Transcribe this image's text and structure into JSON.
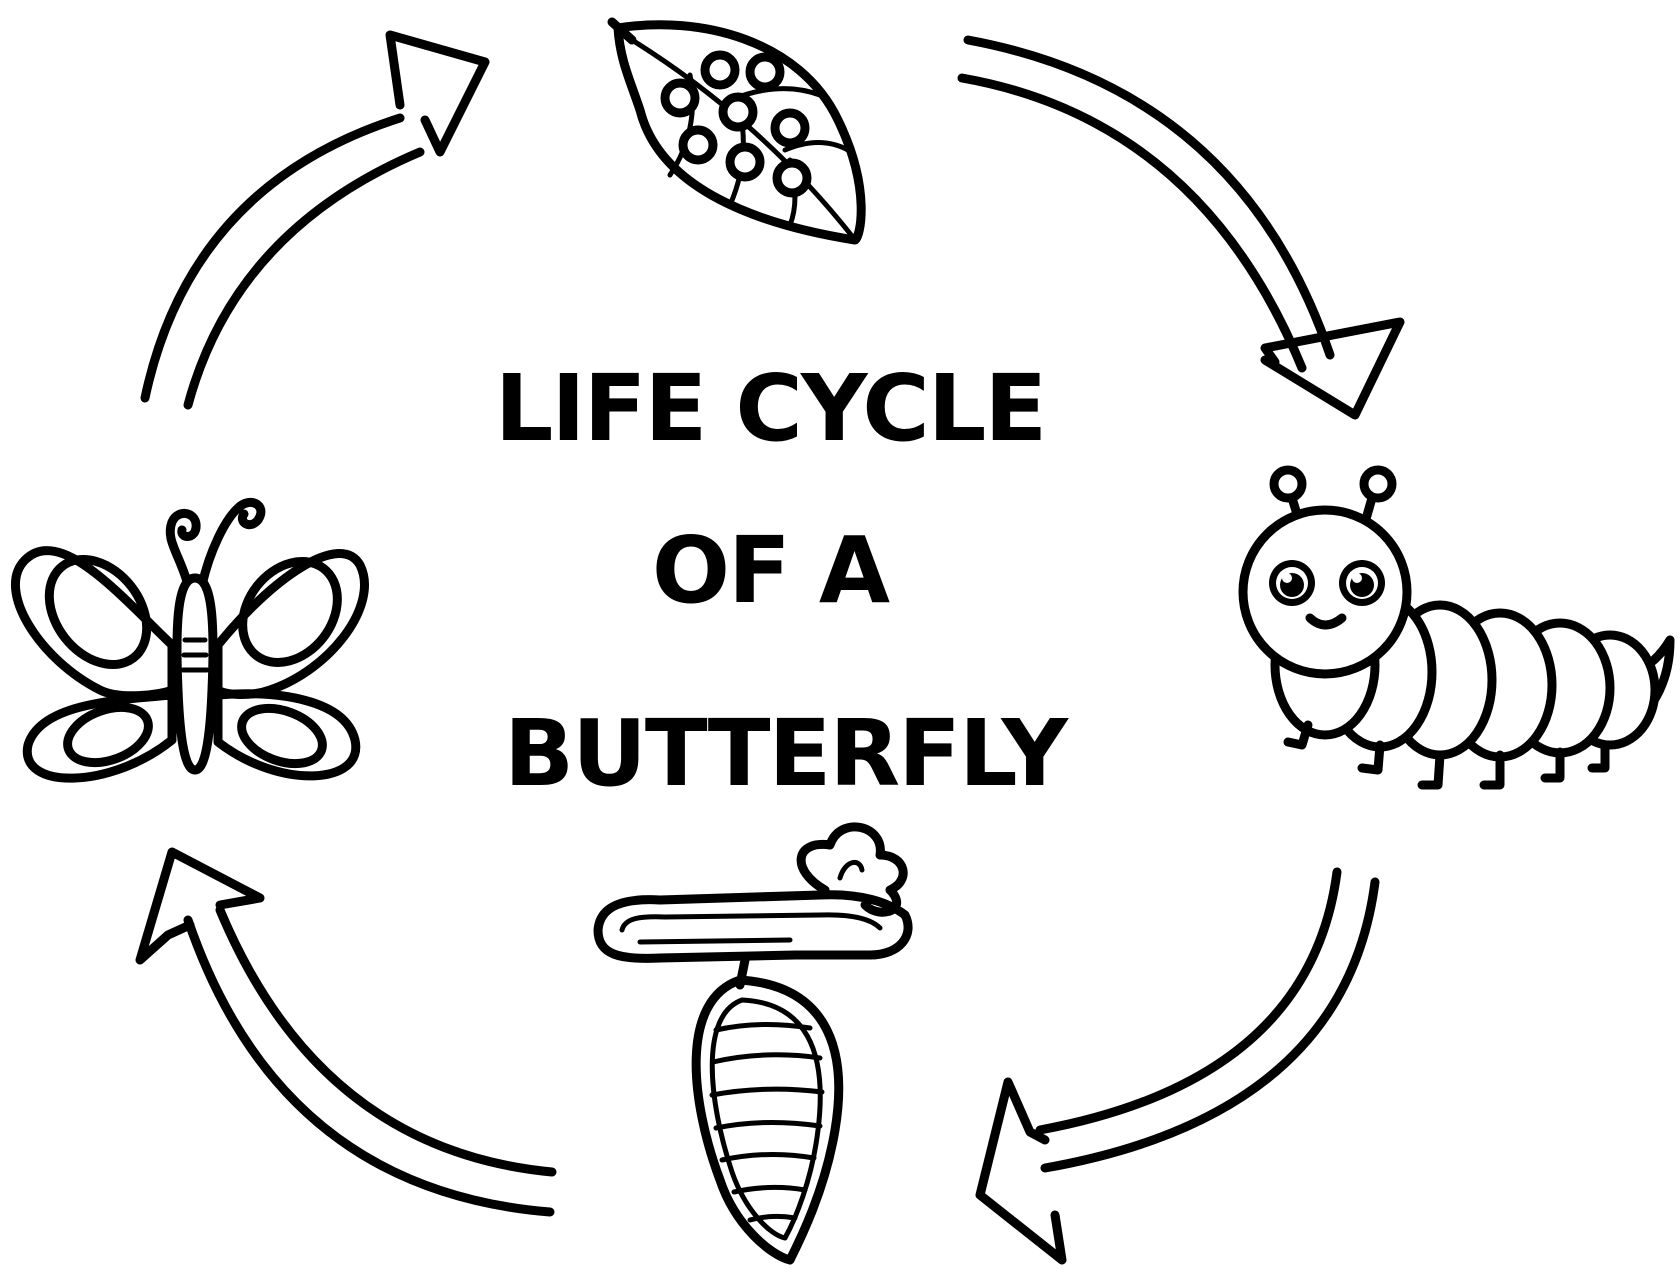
{
  "title": {
    "line1": "LIFE CYCLE",
    "line2": "OF A",
    "line3": "BUTTERFLY"
  },
  "stages": [
    {
      "icon": "eggs-on-leaf-icon"
    },
    {
      "icon": "caterpillar-icon"
    },
    {
      "icon": "chrysalis-icon"
    },
    {
      "icon": "butterfly-icon"
    }
  ],
  "colors": {
    "ink": "#000000",
    "background": "#ffffff"
  }
}
